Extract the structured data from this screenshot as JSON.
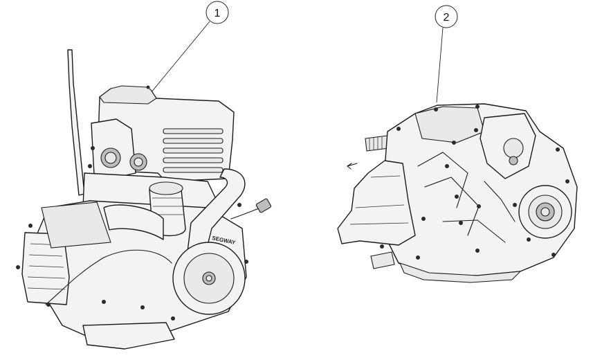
{
  "callouts": [
    {
      "number": "1"
    },
    {
      "number": "2"
    }
  ],
  "engine": {
    "brand_mark": "SEGWAY"
  }
}
